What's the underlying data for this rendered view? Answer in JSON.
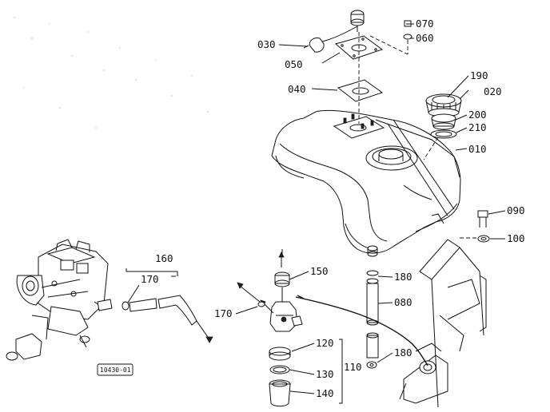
{
  "diagram": {
    "ref_code": "10430-01",
    "parts": {
      "p010": "010",
      "p020": "020",
      "p030": "030",
      "p040": "040",
      "p050": "050",
      "p060": "060",
      "p070": "070",
      "p080": "080",
      "p090": "090",
      "p100": "100",
      "p110": "110",
      "p120": "120",
      "p130": "130",
      "p140": "140",
      "p150": "150",
      "p160": "160",
      "p170a": "170",
      "p170b": "170",
      "p180a": "180",
      "p180b": "180",
      "p190": "190",
      "p200": "200",
      "p210": "210"
    },
    "colors": {
      "ink": "#111111",
      "paper": "#ffffff"
    }
  }
}
